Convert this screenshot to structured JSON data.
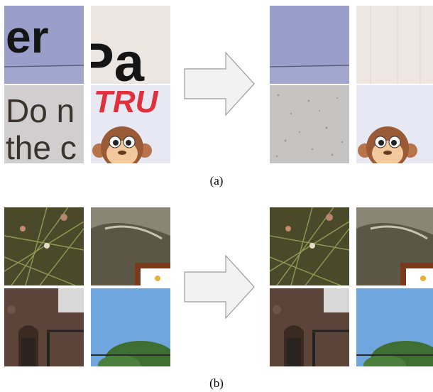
{
  "figure_a": {
    "caption": "(a)",
    "tile_texts": [
      "er",
      "Pa",
      "Do n",
      "the c",
      "TRU"
    ]
  },
  "figure_b": {
    "caption": "(b)"
  },
  "arrow_icon": "right-arrow-icon",
  "colors": {
    "arrow_fill": "#f2f2f2",
    "arrow_stroke": "#9a9a9a",
    "paper_blue": "#9a9fc8",
    "paper_cream": "#efe7e2",
    "red_print": "#e0303c",
    "sky": "#6fa6de"
  }
}
